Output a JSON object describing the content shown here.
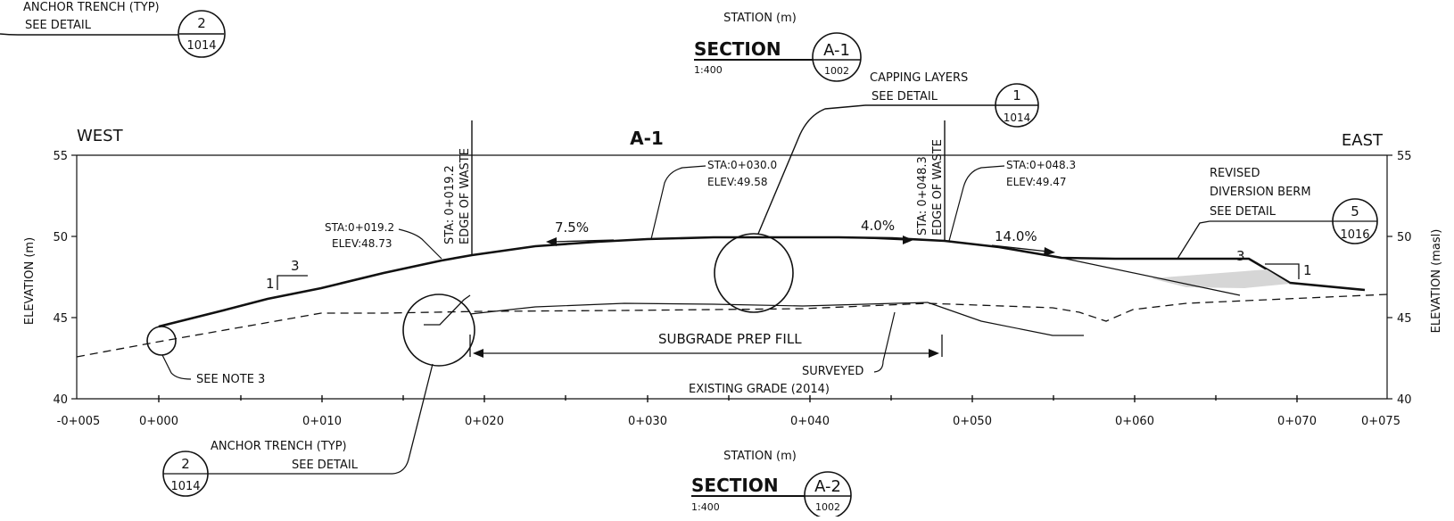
{
  "top_callout": {
    "label1": "ANCHOR TRENCH (TYP)",
    "label2": "SEE DETAIL",
    "num": "2",
    "sheet": "1014"
  },
  "station_title_top": "STATION (m)",
  "station_title_bottom": "STATION (m)",
  "section_a1": {
    "label": "SECTION",
    "id": "A-1",
    "scale": "1:400",
    "sheet": "1002"
  },
  "section_a2": {
    "label": "SECTION",
    "id": "A-2",
    "scale": "1:400",
    "sheet": "1002"
  },
  "capping_callout": {
    "label1": "CAPPING LAYERS",
    "label2": "SEE DETAIL",
    "num": "1",
    "sheet": "1014"
  },
  "berm_callout": {
    "label1": "REVISED",
    "label2": "DIVERSION BERM",
    "label3": "SEE DETAIL",
    "num": "5",
    "sheet": "1016"
  },
  "anchor_callout": {
    "label1": "ANCHOR TRENCH (TYP)",
    "label2": "SEE DETAIL",
    "num": "2",
    "sheet": "1014"
  },
  "west_label": "WEST",
  "east_label": "EAST",
  "section_center_label": "A-1",
  "y_axis_left_label": "ELEVATION (m)",
  "y_axis_right_label": "ELEVATION (masl)",
  "edge_waste_1": {
    "line1": "STA: 0+019.2",
    "line2": "EDGE OF WASTE"
  },
  "edge_waste_2": {
    "line1": "STA: 0+048.3",
    "line2": "EDGE OF WASTE"
  },
  "pt_19": {
    "sta": "STA:0+019.2",
    "elev": "ELEV:48.73"
  },
  "pt_30": {
    "sta": "STA:0+030.0",
    "elev": "ELEV:49.58"
  },
  "pt_48": {
    "sta": "STA:0+048.3",
    "elev": "ELEV:49.47"
  },
  "slope_75": "7.5%",
  "slope_40": "4.0%",
  "slope_140": "14.0%",
  "ratio_left": {
    "rise": "1",
    "run": "3"
  },
  "ratio_right": {
    "rise": "1",
    "run": "3"
  },
  "subgrade_label": "SUBGRADE PREP FILL",
  "surveyed_label1": "SURVEYED",
  "surveyed_label2": "EXISTING GRADE (2014)",
  "note3_label": "SEE NOTE 3",
  "x_ticks": [
    "-0+005",
    "0+000",
    "0+010",
    "0+020",
    "0+030",
    "0+040",
    "0+050",
    "0+060",
    "0+070",
    "0+075"
  ],
  "y_ticks_left": [
    "55",
    "50",
    "45",
    "40"
  ],
  "y_ticks_right": [
    "55",
    "50",
    "45",
    "40"
  ]
}
